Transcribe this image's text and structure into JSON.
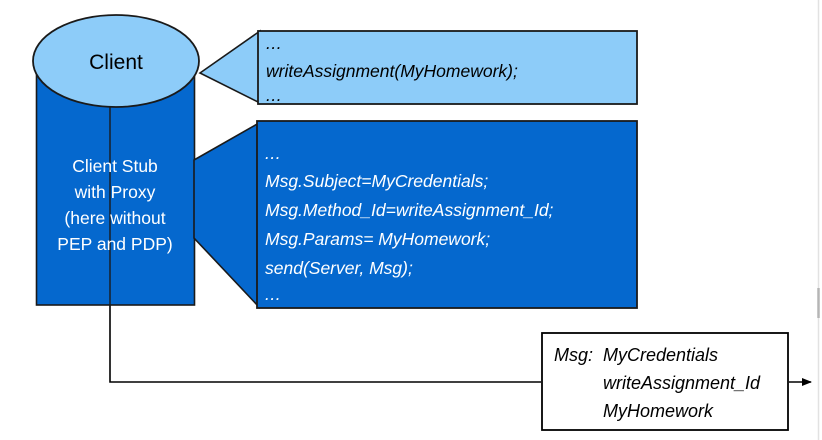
{
  "diagram": {
    "colors": {
      "dark_blue": "#0568CE",
      "light_blue": "#8DCCF9",
      "outline": "#1A1A1A",
      "white": "#FFFFFF",
      "background": "#FFFFFF",
      "edge_gray": "#C8C8C8"
    },
    "client_node": {
      "label": "Client"
    },
    "client_stub": {
      "lines": [
        "Client Stub",
        "with Proxy",
        "(here without",
        "PEP and PDP)"
      ]
    },
    "callout_app_code": {
      "lines": [
        "...",
        "writeAssignment(MyHomework);",
        "..."
      ]
    },
    "callout_stub_code": {
      "lines": [
        "...",
        "Msg.Subject=MyCredentials;",
        "Msg.Method_Id=writeAssignment_Id;",
        "Msg.Params= MyHomework;",
        "send(Server, Msg);",
        "..."
      ]
    },
    "message_box": {
      "label": "Msg:",
      "fields": [
        "MyCredentials",
        "writeAssignment_Id",
        "MyHomework"
      ]
    }
  }
}
